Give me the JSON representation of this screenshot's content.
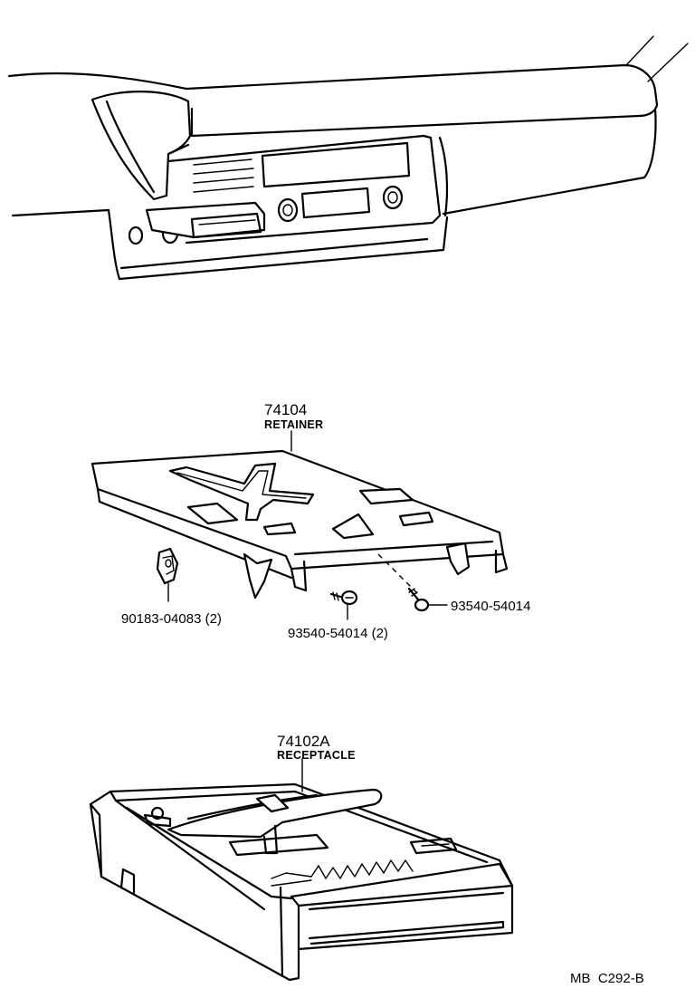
{
  "parts": {
    "retainer": {
      "number": "74104",
      "name": "RETAINER"
    },
    "receptacle": {
      "number": "74102A",
      "name": "RECEPTACLE"
    },
    "clip": {
      "number": "90183-04083 (2)"
    },
    "screw_pair": {
      "number": "93540-54014 (2)"
    },
    "screw_single": {
      "number": "93540-54014"
    }
  },
  "figure_code": "MB  C292-B"
}
